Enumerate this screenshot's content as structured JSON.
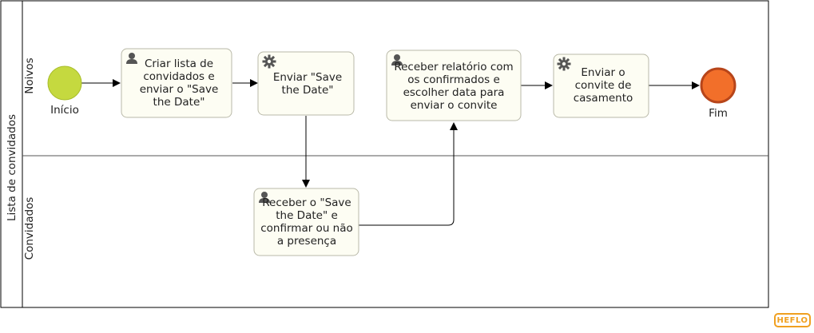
{
  "pool": {
    "label": "Lista de convidados"
  },
  "lanes": [
    {
      "label": "Noivos"
    },
    {
      "label": "Convidados"
    }
  ],
  "events": {
    "start": {
      "label": "Início",
      "color": "#c5d93f"
    },
    "end": {
      "label": "Fim",
      "color": "#f26f2a"
    }
  },
  "tasks": [
    {
      "label": "Criar lista de convidados e enviar o \"Save the Date\"",
      "type": "user-task"
    },
    {
      "label": "Enviar \"Save the Date\"",
      "type": "service-task"
    },
    {
      "label": "Receber relatório com os confirmados e escolher data para enviar o convite",
      "type": "user-task"
    },
    {
      "label": "Enviar o convite de casamento",
      "type": "service-task"
    },
    {
      "label": "Receber o \"Save the Date\" e confirmar  ou não a presença",
      "type": "user-task"
    }
  ],
  "watermark": "HEFLO",
  "colors": {
    "task_fill": "#fdfdf3",
    "task_border": "#b9b9a8",
    "line": "#000000",
    "brand": "#f0a020"
  }
}
